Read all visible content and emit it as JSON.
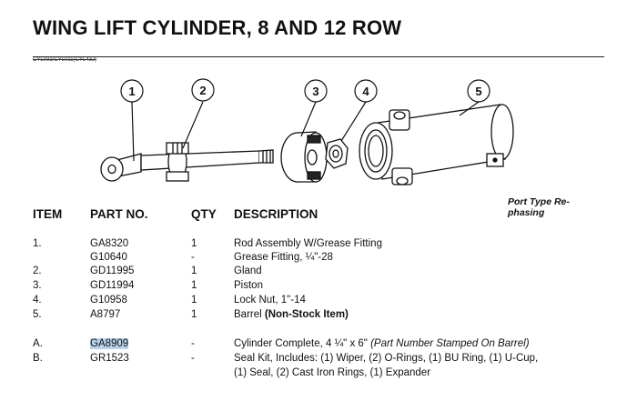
{
  "title": "WING LIFT CYLINDER, 8 AND 12 ROW",
  "ref_code": "CYL031/CYL011(CYL43J)",
  "port_note": "Port Type Re-phasing",
  "callouts": [
    "1",
    "2",
    "3",
    "4",
    "5"
  ],
  "headers": {
    "item": "ITEM",
    "part": "PART NO.",
    "qty": "QTY",
    "desc": "DESCRIPTION"
  },
  "rows": [
    {
      "item": "1.",
      "part": "GA8320",
      "qty": "1",
      "desc": "Rod Assembly W/Grease Fitting"
    },
    {
      "item": "",
      "part": "G10640",
      "qty": "-",
      "desc": "Grease Fitting, ¼\"-28"
    },
    {
      "item": "2.",
      "part": "GD11995",
      "qty": "1",
      "desc": "Gland"
    },
    {
      "item": "3.",
      "part": "GD11994",
      "qty": "1",
      "desc": "Piston"
    },
    {
      "item": "4.",
      "part": "G10958",
      "qty": "1",
      "desc": "Lock Nut, 1\"-14"
    },
    {
      "item": "5.",
      "part": "A8797",
      "qty": "1",
      "desc": "Barrel ",
      "desc_bold": "(Non-Stock Item)"
    }
  ],
  "kit_rows": [
    {
      "item": "A.",
      "part": "GA8909",
      "qty": "-",
      "desc": "Cylinder Complete, 4 ¼\" x 6\" ",
      "desc_italic": "(Part Number Stamped On Barrel)"
    },
    {
      "item": "B.",
      "part": "GR1523",
      "qty": "-",
      "desc": "Seal Kit, Includes: (1) Wiper, (2) O-Rings, (1) BU Ring, (1) U-Cup,",
      "desc_cont": "(1) Seal, (2) Cast Iron Rings, (1) Expander"
    }
  ]
}
